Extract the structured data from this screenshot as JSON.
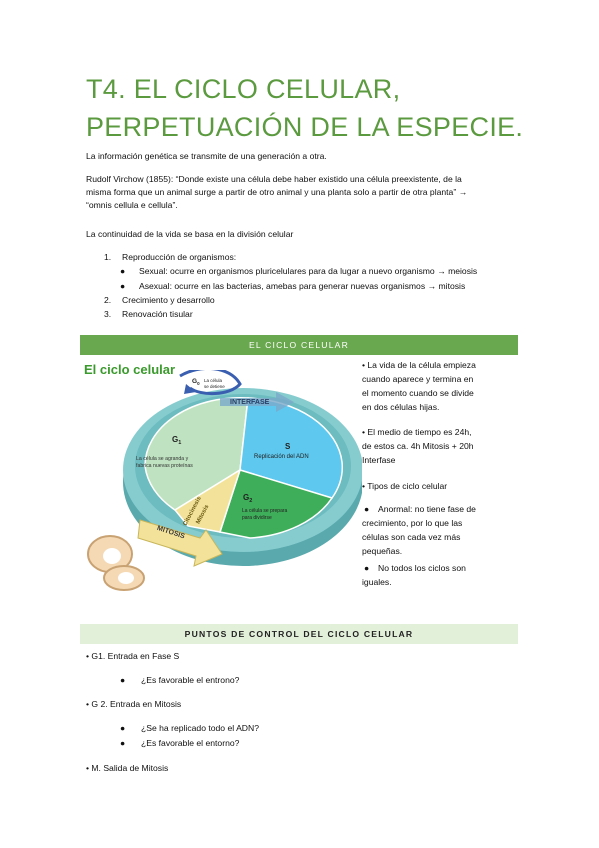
{
  "title": "T4. EL CICLO CELULAR, PERPETUACIÓN DE LA ESPECIE.",
  "intro": "La información genética se transmite de una generación a otra.",
  "virchow_line1": "Rudolf Virchow (1855): “Donde existe una célula debe haber existido una célula preexistente, de la",
  "virchow_line2": "misma forma que un animal surge a partir de otro animal y una planta solo a partir de otra planta” →",
  "virchow_line3": "“omnis cellula e cellula”.",
  "continuity": "La continuidad de la vida se basa en la división celular",
  "list": {
    "item1_num": "1.",
    "item1": "Reproducción de organismos:",
    "sub1": "Sexual: ocurre en organismos pluricelulares para da lugar a nuevo organismo → meiosis",
    "sub2": "Asexual: ocurre en las bacterias, amebas para generar nuevas organismos → mitosis",
    "item2_num": "2.",
    "item2": "Crecimiento y desarrollo",
    "item3_num": "3.",
    "item3": "Renovación tisular"
  },
  "section1_banner": "EL CICLO CELULAR",
  "diagram": {
    "title": "El ciclo celular",
    "g0": "G",
    "g0_sub": "0",
    "g0_note1": "La célula",
    "g0_note2": "se detiene",
    "interfase": "INTERFASE",
    "g1": "G",
    "g1_sub": "1",
    "g1_desc1": "La célula se agranda y",
    "g1_desc2": "fabrica nuevas proteínas",
    "s": "S",
    "s_desc": "Replicación del ADN",
    "g2": "G",
    "g2_sub": "2",
    "g2_desc1": "La célula se prepara",
    "g2_desc2": "para dividirse",
    "citocinesis": "Citocinesis",
    "mitosis_inner": "Mitosis",
    "mitosis": "MITOSIS"
  },
  "side": {
    "b1_l1": "• La vida de la célula empieza",
    "b1_l2": "cuando aparece y termina en",
    "b1_l3": "el momento cuando se divide",
    "b1_l4": "en dos células hijas.",
    "b2_l1": "• El medio de tiempo es 24h,",
    "b2_l2": "de estos ca. 4h Mitosis + 20h",
    "b2_l3": "Interfase",
    "b3": "• Tipos de ciclo celular",
    "s1_l1": "Anormal: no tiene fase de",
    "s1_l2": "crecimiento, por lo que las",
    "s1_l3": "células son cada vez más",
    "s1_l4": "pequeñas.",
    "s2_l1": "No todos los ciclos son",
    "s2_l2": "iguales."
  },
  "section2_banner": "PUNTOS DE CONTROL DEL CICLO CELULAR",
  "control": {
    "g1_head": "• G1. Entrada en Fase S",
    "g1_q1": "¿Es favorable el entrono?",
    "g2_head": "• G 2. Entrada en Mitosis",
    "g2_q1": "¿Se ha replicado todo el ADN?",
    "g2_q2": "¿Es favorable el entorno?",
    "m_head": "• M. Salida de Mitosis"
  },
  "colors": {
    "title_green": "#5b9a3f",
    "banner_green": "#6aa84f",
    "banner_light": "#e2efd9",
    "g1_fill": "#bfe3c0",
    "s_fill": "#5ec8ef",
    "g2_fill": "#3fae5a",
    "ring_fill": "#7cc4c6",
    "mitosis_fill": "#f3e39a"
  }
}
